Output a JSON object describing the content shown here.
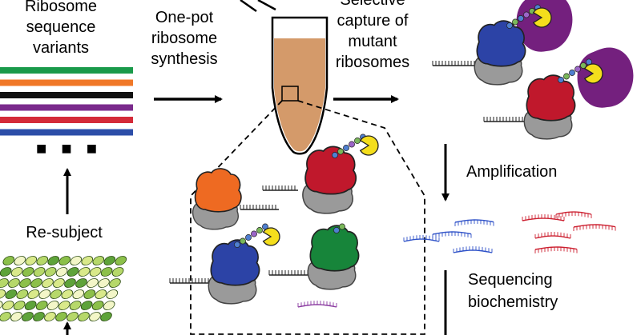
{
  "labels": {
    "variants": [
      "Ribosome",
      "sequence",
      "variants"
    ],
    "synthesis": [
      "One-pot",
      "ribosome",
      "synthesis"
    ],
    "capture": [
      "Selective",
      "capture of",
      "mutant",
      "ribosomes"
    ],
    "amplification": "Amplification",
    "resubject": "Re-subject",
    "sequencing": [
      "Sequencing",
      "biochemistry"
    ]
  },
  "variant_colors": [
    "#1a9a4a",
    "#f07828",
    "#111111",
    "#7a2a8c",
    "#d42a38",
    "#2c4ea8"
  ],
  "dots_label": "■ ■ ■",
  "colors": {
    "tube_fill": "#d49a6a",
    "ribosome_orange": "#ee6a22",
    "ribosome_red": "#c0182c",
    "ribosome_blue": "#2c43a6",
    "ribosome_green": "#17853a",
    "ribosome_gray": "#9a9a9a",
    "capture_purple": "#74207e",
    "capture_yellow": "#f4de1c",
    "dna_blue": "#2f52c8",
    "dna_red": "#cc1f2f",
    "dna_purple": "#8a3aa0"
  },
  "icons": [
    "arrow-icon",
    "ribosome-icon",
    "tube-icon",
    "pacman-capture-icon",
    "dna-strand-icon",
    "microarray-grid-icon"
  ]
}
